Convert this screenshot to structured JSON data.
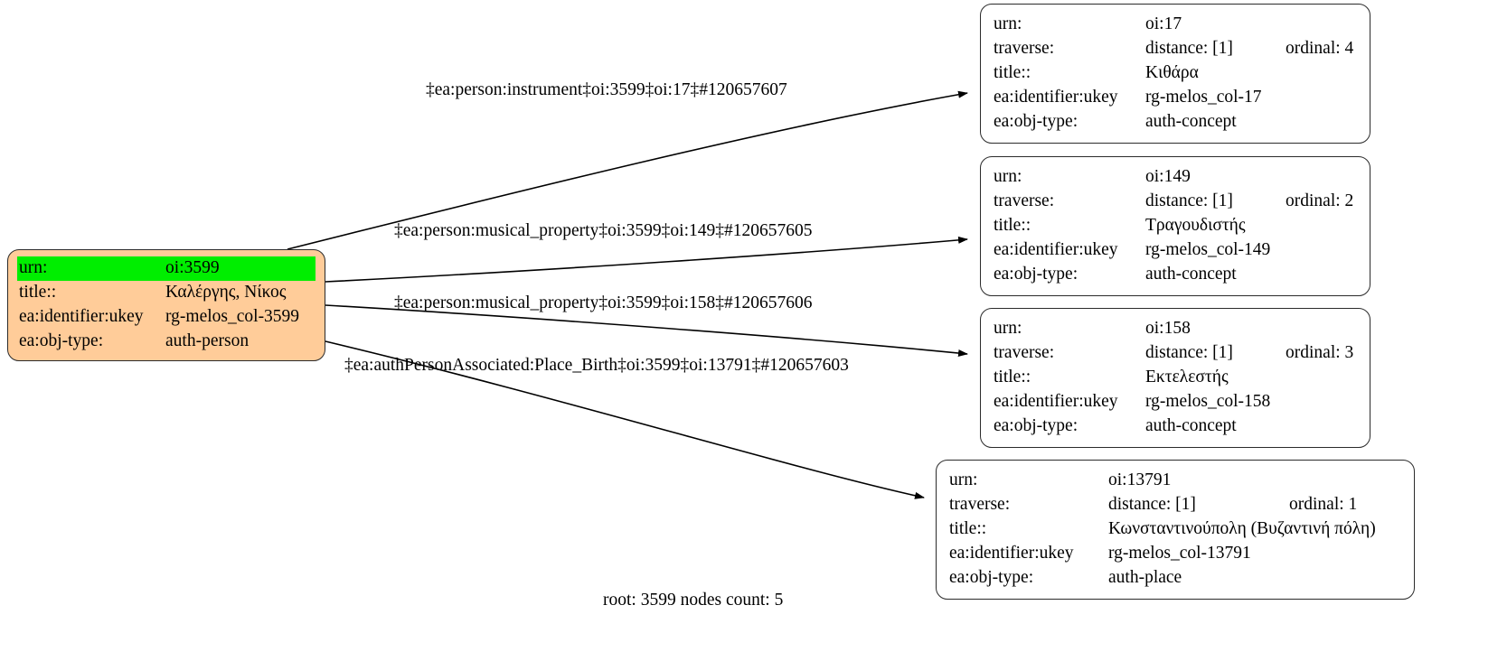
{
  "graph": {
    "caption": "root: 3599 nodes count: 5",
    "root_node": {
      "id": "oi:3599",
      "highlight_color": "#00ee00",
      "fill_color": "#ffcc99",
      "rows": [
        {
          "key": "urn:",
          "value": "oi:3599",
          "highlighted": true
        },
        {
          "key": "title::",
          "value": "Καλέργης, Νίκος",
          "highlighted": false
        },
        {
          "key": "ea:identifier:ukey",
          "value": "rg-melos_col-3599",
          "highlighted": false
        },
        {
          "key": "ea:obj-type:",
          "value": "auth-person",
          "highlighted": false
        }
      ]
    },
    "nodes": [
      {
        "id": "oi:17",
        "rows": [
          {
            "key": "urn:",
            "value": "oi:17",
            "extra": ""
          },
          {
            "key": "traverse:",
            "value": "distance: [1]",
            "extra": "ordinal: 4"
          },
          {
            "key": "title::",
            "value": "Κιθάρα",
            "extra": ""
          },
          {
            "key": "ea:identifier:ukey",
            "value": "rg-melos_col-17",
            "extra": ""
          },
          {
            "key": "ea:obj-type:",
            "value": "auth-concept",
            "extra": ""
          }
        ]
      },
      {
        "id": "oi:149",
        "rows": [
          {
            "key": "urn:",
            "value": "oi:149",
            "extra": ""
          },
          {
            "key": "traverse:",
            "value": "distance: [1]",
            "extra": "ordinal: 2"
          },
          {
            "key": "title::",
            "value": "Τραγουδιστής",
            "extra": ""
          },
          {
            "key": "ea:identifier:ukey",
            "value": "rg-melos_col-149",
            "extra": ""
          },
          {
            "key": "ea:obj-type:",
            "value": "auth-concept",
            "extra": ""
          }
        ]
      },
      {
        "id": "oi:158",
        "rows": [
          {
            "key": "urn:",
            "value": "oi:158",
            "extra": ""
          },
          {
            "key": "traverse:",
            "value": "distance: [1]",
            "extra": "ordinal: 3"
          },
          {
            "key": "title::",
            "value": "Εκτελεστής",
            "extra": ""
          },
          {
            "key": "ea:identifier:ukey",
            "value": "rg-melos_col-158",
            "extra": ""
          },
          {
            "key": "ea:obj-type:",
            "value": "auth-concept",
            "extra": ""
          }
        ]
      },
      {
        "id": "oi:13791",
        "rows": [
          {
            "key": "urn:",
            "value": "oi:13791",
            "extra": ""
          },
          {
            "key": "traverse:",
            "value": "distance: [1]",
            "extra": "ordinal: 1"
          },
          {
            "key": "title::",
            "value": "Κωνσταντινούπολη (Βυζαντινή πόλη)",
            "extra": ""
          },
          {
            "key": "ea:identifier:ukey",
            "value": "rg-melos_col-13791",
            "extra": ""
          },
          {
            "key": "ea:obj-type:",
            "value": "auth-place",
            "extra": ""
          }
        ]
      }
    ],
    "edges": [
      {
        "label": "‡ea:person:instrument‡oi:3599‡oi:17‡#120657607",
        "from": "oi:3599",
        "to": "oi:17"
      },
      {
        "label": "‡ea:person:musical_property‡oi:3599‡oi:149‡#120657605",
        "from": "oi:3599",
        "to": "oi:149"
      },
      {
        "label": "‡ea:person:musical_property‡oi:3599‡oi:158‡#120657606",
        "from": "oi:3599",
        "to": "oi:158"
      },
      {
        "label": "‡ea:authPersonAssociated:Place_Birth‡oi:3599‡oi:13791‡#120657603",
        "from": "oi:3599",
        "to": "oi:13791"
      }
    ]
  }
}
